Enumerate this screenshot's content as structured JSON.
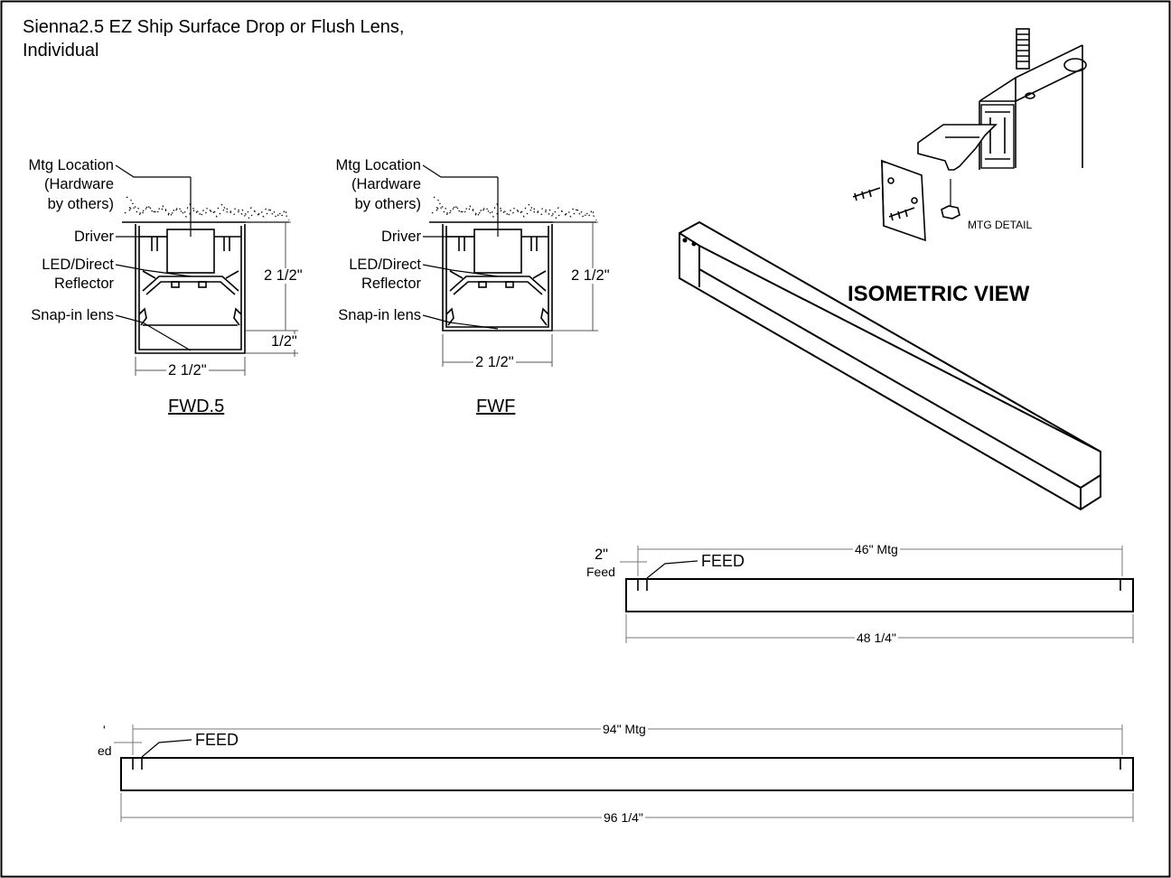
{
  "title": {
    "line1": "Sienna2.5 EZ Ship Surface Drop or Flush Lens,",
    "line2": "Individual"
  },
  "callouts": {
    "mtg_location_1": "Mtg Location",
    "mtg_location_2": "(Hardware",
    "mtg_location_3": "by others)",
    "driver": "Driver",
    "led_direct": "LED/Direct",
    "reflector": "Reflector",
    "snap_in_lens": "Snap-in lens"
  },
  "profiles": [
    {
      "name": "FWD.5",
      "height_dim": "2 1/2\"",
      "drop_dim": "1/2\"",
      "width_dim": "2 1/2\""
    },
    {
      "name": "FWF",
      "height_dim": "2 1/2\"",
      "width_dim": "2 1/2\""
    }
  ],
  "isometric": {
    "label": "ISOMETRIC VIEW",
    "detail_label": "MTG DETAIL"
  },
  "fixture_4ft": {
    "feed_offset": "2\"",
    "feed_offset_label": "Feed",
    "feed": "FEED",
    "mtg": "46\" Mtg",
    "overall": "48 1/4\""
  },
  "fixture_8ft": {
    "feed_offset": "'",
    "feed_offset_label": "ed",
    "feed": "FEED",
    "mtg": "94\" Mtg",
    "overall": "96 1/4\""
  },
  "colors": {
    "ink": "#000000",
    "background": "#ffffff",
    "dimension_line": "#555555"
  }
}
